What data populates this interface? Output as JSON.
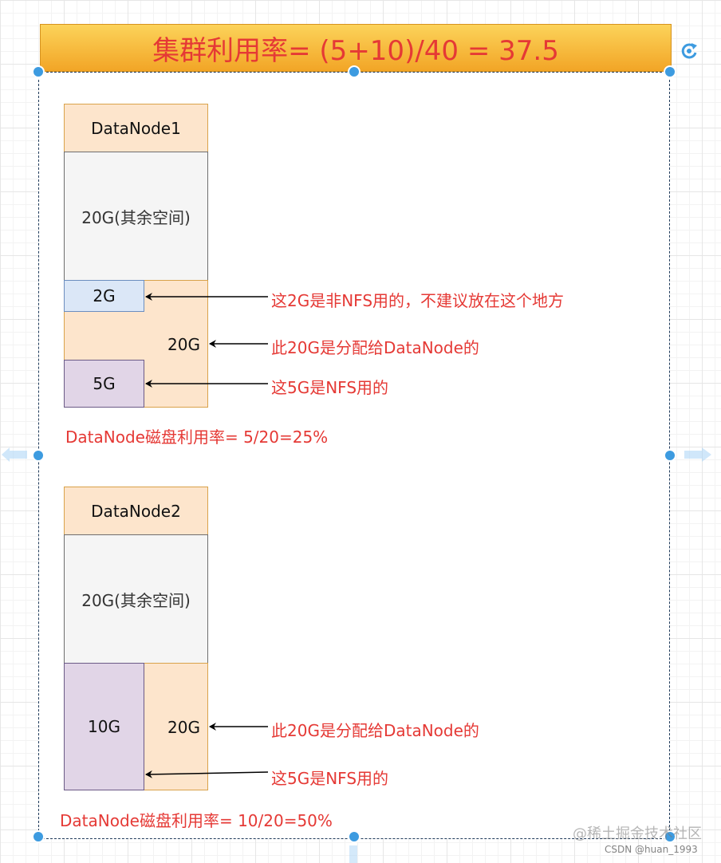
{
  "title": "集群利用率= (5+10)/40 = 37.5",
  "nodes": [
    {
      "name": "DataNode1",
      "rest_label": "20G(其余空间)",
      "alloc_label": "20G",
      "non_nfs_label": "2G",
      "nfs_label": "5G",
      "annotations": {
        "non_nfs": "这2G是非NFS用的，不建议放在这个地方",
        "alloc": "此20G是分配给DataNode的",
        "nfs": "这5G是NFS用的"
      },
      "usage": "DataNode磁盘利用率= 5/20=25%"
    },
    {
      "name": "DataNode2",
      "rest_label": "20G(其余空间)",
      "alloc_label": "20G",
      "nfs_label": "10G",
      "annotations": {
        "alloc": "此20G是分配给DataNode的",
        "nfs": "这5G是NFS用的"
      },
      "usage": "DataNode磁盘利用率= 10/20=50%"
    }
  ],
  "watermark": "@稀土掘金技术社区",
  "credit": "CSDN @huan_1993",
  "icons": {
    "rotate": "rotate-icon",
    "expand_left": "arrow-left-icon",
    "expand_right": "arrow-right-icon"
  },
  "colors": {
    "title_fill": "#f2a526",
    "annotation": "#e53935",
    "allocated": "#fde5cc",
    "nfs": "#e1d5e7",
    "non_nfs": "#dbe7f7",
    "selection": "#3d9be0"
  }
}
